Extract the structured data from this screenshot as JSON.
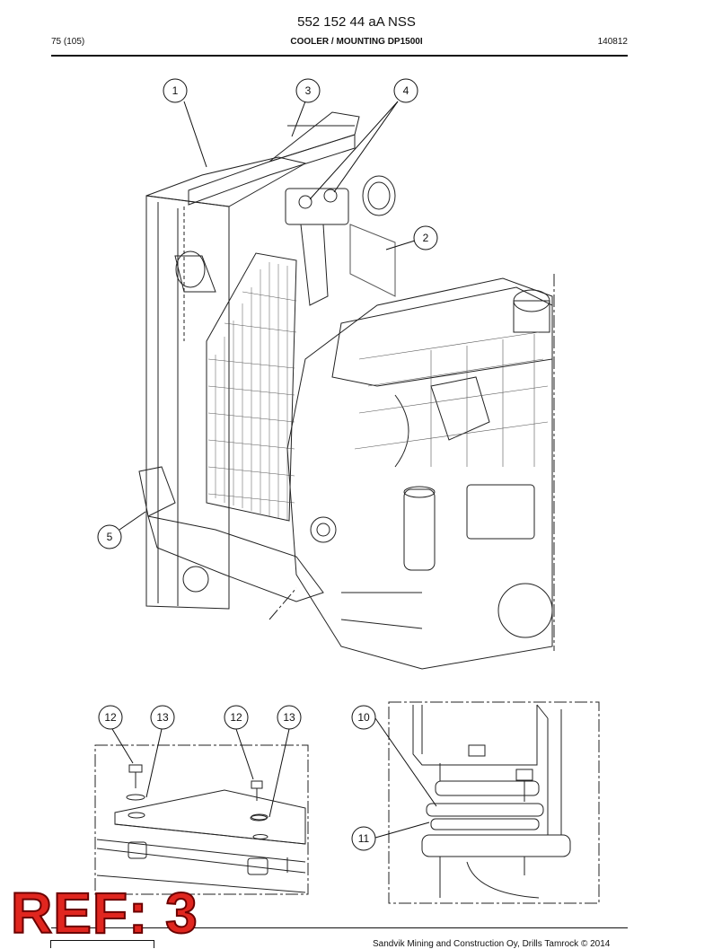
{
  "header": {
    "doc_number": "552 152 44 aA NSS",
    "page": "75 (105)",
    "title": "COOLER / MOUNTING DP1500I",
    "date": "140812"
  },
  "callouts": {
    "c1": "1",
    "c2": "2",
    "c3": "3",
    "c4": "4",
    "c5": "5",
    "c10": "10",
    "c11": "11",
    "c12a": "12",
    "c13a": "13",
    "c12b": "12",
    "c13b": "13"
  },
  "footer": {
    "copyright": "Sandvik Mining and Construction Oy, Drills Tamrock © 2014"
  },
  "stamp": "REF: 3"
}
